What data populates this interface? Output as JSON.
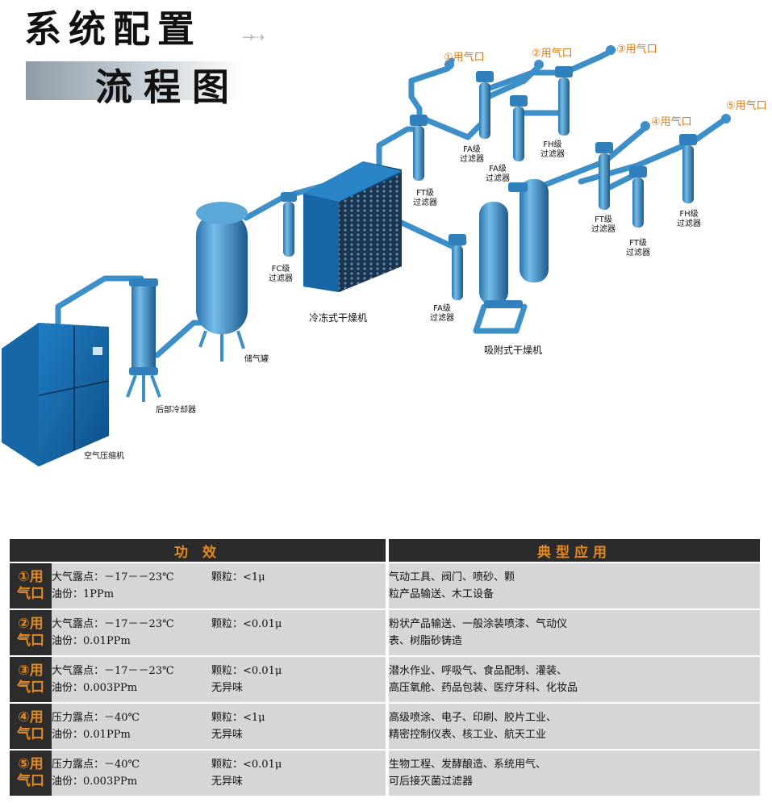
{
  "header": {
    "title_line1": "系统配置",
    "title_line2": "流程图"
  },
  "diagram": {
    "labels": {
      "compressor": "空气压缩机",
      "aftercooler": "后部冷却器",
      "tank": "储气罐",
      "fc_filter": "FC级\n过滤器",
      "refrigerated_dryer": "冷冻式干燥机",
      "fa_filter_lower": "FA级\n过滤器",
      "adsorption_dryer": "吸附式干燥机",
      "ft_filter_upper": "FT级\n过滤器",
      "fa_filter_upper1": "FA级\n过滤器",
      "fa_filter_upper2": "FA级\n过滤器",
      "fh_filter_upper": "FH级\n过滤器",
      "ft_filter_lower1": "FT级\n过滤器",
      "ft_filter_lower2": "FT级\n过滤器",
      "fh_filter_lower": "FH级\n过滤器"
    },
    "outlets": [
      "①用气口",
      "②用气口",
      "③用气口",
      "④用气口",
      "⑤用气口"
    ]
  },
  "table": {
    "headers": {
      "effect": "功 效",
      "application": "典型应用"
    },
    "rows": [
      {
        "port_line1": "①用",
        "port_line2": "气口",
        "eff1a": "大气露点：－17－－23℃",
        "eff1b": "颗粒：<1μ",
        "eff2a": "油份：1PPm",
        "eff2b": "",
        "app1": "气动工具、阀门、喷砂、颗",
        "app2": "粒产品输送、木工设备"
      },
      {
        "port_line1": "②用",
        "port_line2": "气口",
        "eff1a": "大气露点：－17－－23℃",
        "eff1b": "颗粒：<0.01μ",
        "eff2a": "油份：0.01PPm",
        "eff2b": "",
        "app1": "粉状产品输送、一般涂装喷漆、气动仪",
        "app2": "表、树脂砂铸造"
      },
      {
        "port_line1": "③用",
        "port_line2": "气口",
        "eff1a": "大气露点：－17－－23℃",
        "eff1b": "颗粒：<0.01μ",
        "eff2a": "油份：0.003PPm",
        "eff2b": "无异味",
        "app1": "潜水作业、呼吸气、食品配制、灌装、",
        "app2": "高压氧舱、药品包装、医疗牙科、化妆品"
      },
      {
        "port_line1": "④用",
        "port_line2": "气口",
        "eff1a": "压力露点：－40℃",
        "eff1b": "颗粒：<1μ",
        "eff2a": "油份：0.01PPm",
        "eff2b": "无异味",
        "app1": "高级喷涂、电子、印刷、胶片工业、",
        "app2": "精密控制仪表、核工业、航天工业"
      },
      {
        "port_line1": "⑤用",
        "port_line2": "气口",
        "eff1a": "压力露点：－40℃",
        "eff1b": "颗粒：<0.01μ",
        "eff2a": "油份：0.003PPm",
        "eff2b": "无异味",
        "app1": "生物工程、发酵酿造、系统用气、",
        "app2": "可后接灭菌过滤器"
      }
    ]
  },
  "colors": {
    "pipe": "#3d8fc8",
    "pipe_dark": "#1f5f93",
    "machine": "#1a6fb5",
    "outlet_text": "#e07a10",
    "table_header_bg": "#2b2b2b",
    "table_accent": "#e58a22",
    "table_cell_bg": "#d6d6d6"
  }
}
